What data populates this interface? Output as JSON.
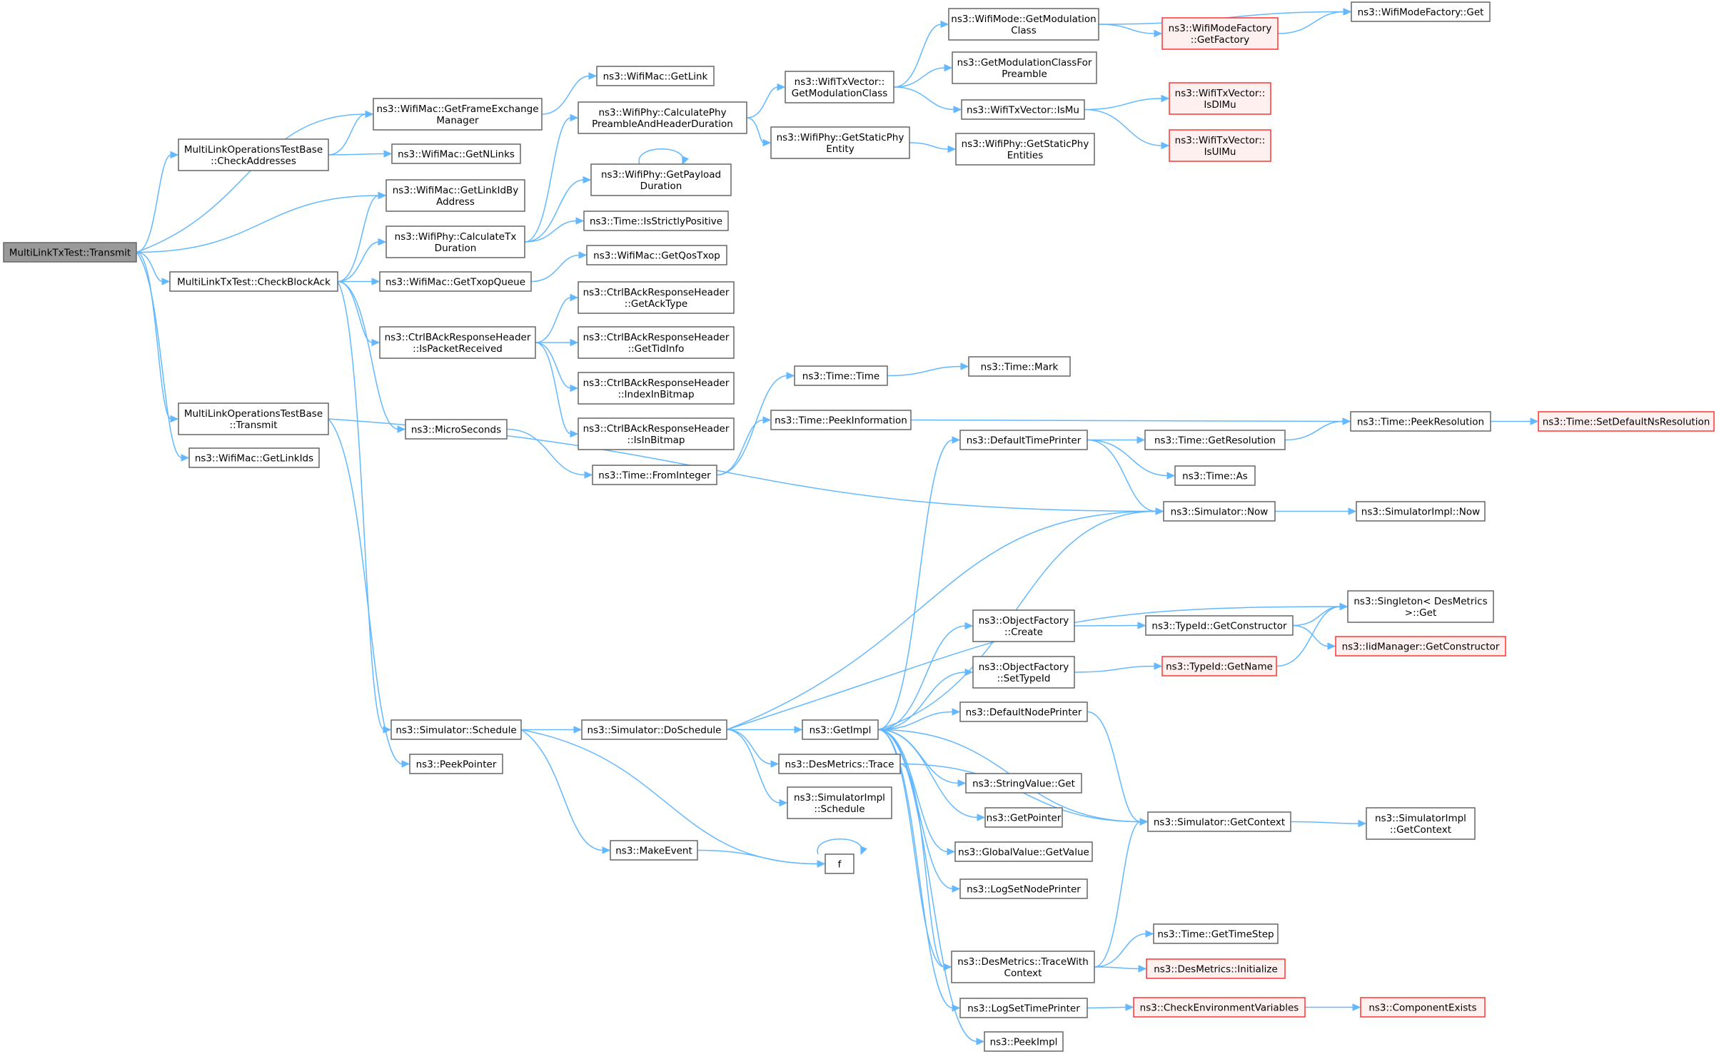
{
  "graph": {
    "colors": {
      "edge": "#63b8ff",
      "node_border": "#666666",
      "root_fill": "#999999",
      "red_border": "#ff3333",
      "red_fill": "#fff0f0"
    },
    "nodes": [
      {
        "id": "n0",
        "lines": [
          "MultiLinkTxTest::Transmit"
        ],
        "style": "root"
      },
      {
        "id": "n1",
        "lines": [
          "ns3::WifiMac::GetFrameExchange",
          "Manager"
        ]
      },
      {
        "id": "n2",
        "lines": [
          "MultiLinkOperationsTestBase",
          "::CheckAddresses"
        ]
      },
      {
        "id": "n3",
        "lines": [
          "ns3::WifiMac::GetLinkIdBy",
          "Address"
        ]
      },
      {
        "id": "n4",
        "lines": [
          "MultiLinkTxTest::CheckBlockAck"
        ]
      },
      {
        "id": "n5",
        "lines": [
          "MultiLinkOperationsTestBase",
          "::Transmit"
        ]
      },
      {
        "id": "n6",
        "lines": [
          "ns3::WifiMac::GetLinkIds"
        ]
      },
      {
        "id": "n7",
        "lines": [
          "ns3::WifiMac::GetLink"
        ]
      },
      {
        "id": "n8",
        "lines": [
          "ns3::WifiMac::GetNLinks"
        ]
      },
      {
        "id": "n9",
        "lines": [
          "ns3::WifiPhy::CalculateTx",
          "Duration"
        ]
      },
      {
        "id": "n10",
        "lines": [
          "ns3::WifiMac::GetTxopQueue"
        ]
      },
      {
        "id": "n11",
        "lines": [
          "ns3::CtrlBAckResponseHeader",
          "::IsPacketReceived"
        ]
      },
      {
        "id": "n12",
        "lines": [
          "ns3::MicroSeconds"
        ]
      },
      {
        "id": "n13",
        "lines": [
          "ns3::Simulator::Schedule"
        ]
      },
      {
        "id": "n14",
        "lines": [
          "ns3::PeekPointer"
        ]
      },
      {
        "id": "n15",
        "lines": [
          "ns3::WifiPhy::CalculatePhy",
          "PreambleAndHeaderDuration"
        ]
      },
      {
        "id": "n16",
        "lines": [
          "ns3::WifiPhy::GetPayload",
          "Duration"
        ]
      },
      {
        "id": "n17",
        "lines": [
          "ns3::Time::IsStrictlyPositive"
        ]
      },
      {
        "id": "n18",
        "lines": [
          "ns3::WifiMac::GetQosTxop"
        ]
      },
      {
        "id": "n19",
        "lines": [
          "ns3::CtrlBAckResponseHeader",
          "::GetAckType"
        ]
      },
      {
        "id": "n20",
        "lines": [
          "ns3::CtrlBAckResponseHeader",
          "::GetTidInfo"
        ]
      },
      {
        "id": "n21",
        "lines": [
          "ns3::CtrlBAckResponseHeader",
          "::IndexInBitmap"
        ]
      },
      {
        "id": "n22",
        "lines": [
          "ns3::CtrlBAckResponseHeader",
          "::IsInBitmap"
        ]
      },
      {
        "id": "n23",
        "lines": [
          "ns3::Time::FromInteger"
        ]
      },
      {
        "id": "n24",
        "lines": [
          "ns3::Simulator::DoSchedule"
        ]
      },
      {
        "id": "n25",
        "lines": [
          "ns3::MakeEvent"
        ]
      },
      {
        "id": "n26",
        "lines": [
          "f"
        ]
      },
      {
        "id": "n27",
        "lines": [
          "ns3::WifiTxVector::",
          "GetModulationClass"
        ]
      },
      {
        "id": "n28",
        "lines": [
          "ns3::WifiPhy::GetStaticPhy",
          "Entity"
        ]
      },
      {
        "id": "n29",
        "lines": [
          "ns3::Time::Time"
        ]
      },
      {
        "id": "n30",
        "lines": [
          "ns3::Time::PeekInformation"
        ]
      },
      {
        "id": "n31",
        "lines": [
          "ns3::GetImpl"
        ]
      },
      {
        "id": "n32",
        "lines": [
          "ns3::DesMetrics::Trace"
        ]
      },
      {
        "id": "n33",
        "lines": [
          "ns3::SimulatorImpl",
          "::Schedule"
        ]
      },
      {
        "id": "n34",
        "lines": [
          "ns3::WifiMode::GetModulation",
          "Class"
        ]
      },
      {
        "id": "n35",
        "lines": [
          "ns3::GetModulationClassFor",
          "Preamble"
        ]
      },
      {
        "id": "n36",
        "lines": [
          "ns3::WifiTxVector::IsMu"
        ]
      },
      {
        "id": "n37",
        "lines": [
          "ns3::WifiPhy::GetStaticPhy",
          "Entities"
        ]
      },
      {
        "id": "n38",
        "lines": [
          "ns3::Time::Mark"
        ]
      },
      {
        "id": "n39",
        "lines": [
          "ns3::DefaultTimePrinter"
        ]
      },
      {
        "id": "n40",
        "lines": [
          "ns3::ObjectFactory",
          "::Create"
        ]
      },
      {
        "id": "n41",
        "lines": [
          "ns3::ObjectFactory",
          "::SetTypeId"
        ]
      },
      {
        "id": "n42",
        "lines": [
          "ns3::DefaultNodePrinter"
        ]
      },
      {
        "id": "n43",
        "lines": [
          "ns3::StringValue::Get"
        ]
      },
      {
        "id": "n44",
        "lines": [
          "ns3::GetPointer"
        ]
      },
      {
        "id": "n45",
        "lines": [
          "ns3::GlobalValue::GetValue"
        ]
      },
      {
        "id": "n46",
        "lines": [
          "ns3::LogSetNodePrinter"
        ]
      },
      {
        "id": "n47",
        "lines": [
          "ns3::DesMetrics::TraceWith",
          "Context"
        ]
      },
      {
        "id": "n48",
        "lines": [
          "ns3::LogSetTimePrinter"
        ]
      },
      {
        "id": "n49",
        "lines": [
          "ns3::PeekImpl"
        ]
      },
      {
        "id": "n50",
        "lines": [
          "ns3::WifiModeFactory",
          "::GetFactory"
        ],
        "style": "red"
      },
      {
        "id": "n51",
        "lines": [
          "ns3::WifiTxVector::",
          "IsDlMu"
        ],
        "style": "red"
      },
      {
        "id": "n52",
        "lines": [
          "ns3::WifiTxVector::",
          "IsUlMu"
        ],
        "style": "red"
      },
      {
        "id": "n53",
        "lines": [
          "ns3::Time::GetResolution"
        ]
      },
      {
        "id": "n54",
        "lines": [
          "ns3::Time::As"
        ]
      },
      {
        "id": "n55",
        "lines": [
          "ns3::Simulator::Now"
        ]
      },
      {
        "id": "n56",
        "lines": [
          "ns3::TypeId::GetConstructor"
        ]
      },
      {
        "id": "n57",
        "lines": [
          "ns3::TypeId::GetName"
        ],
        "style": "red"
      },
      {
        "id": "n58",
        "lines": [
          "ns3::Simulator::GetContext"
        ]
      },
      {
        "id": "n59",
        "lines": [
          "ns3::Time::GetTimeStep"
        ]
      },
      {
        "id": "n60",
        "lines": [
          "ns3::DesMetrics::Initialize"
        ],
        "style": "red"
      },
      {
        "id": "n61",
        "lines": [
          "ns3::CheckEnvironmentVariables"
        ],
        "style": "red"
      },
      {
        "id": "n62",
        "lines": [
          "ns3::WifiModeFactory::Get"
        ]
      },
      {
        "id": "n63",
        "lines": [
          "ns3::Time::PeekResolution"
        ]
      },
      {
        "id": "n64",
        "lines": [
          "ns3::SimulatorImpl::Now"
        ]
      },
      {
        "id": "n65",
        "lines": [
          "ns3::Singleton< DesMetrics",
          " >::Get"
        ]
      },
      {
        "id": "n66",
        "lines": [
          "ns3::IidManager::GetConstructor"
        ],
        "style": "red"
      },
      {
        "id": "n67",
        "lines": [
          "ns3::SimulatorImpl",
          "::GetContext"
        ]
      },
      {
        "id": "n68",
        "lines": [
          "ns3::ComponentExists"
        ],
        "style": "red"
      },
      {
        "id": "n69",
        "lines": [
          "ns3::Time::SetDefaultNsResolution"
        ],
        "style": "red"
      }
    ]
  }
}
